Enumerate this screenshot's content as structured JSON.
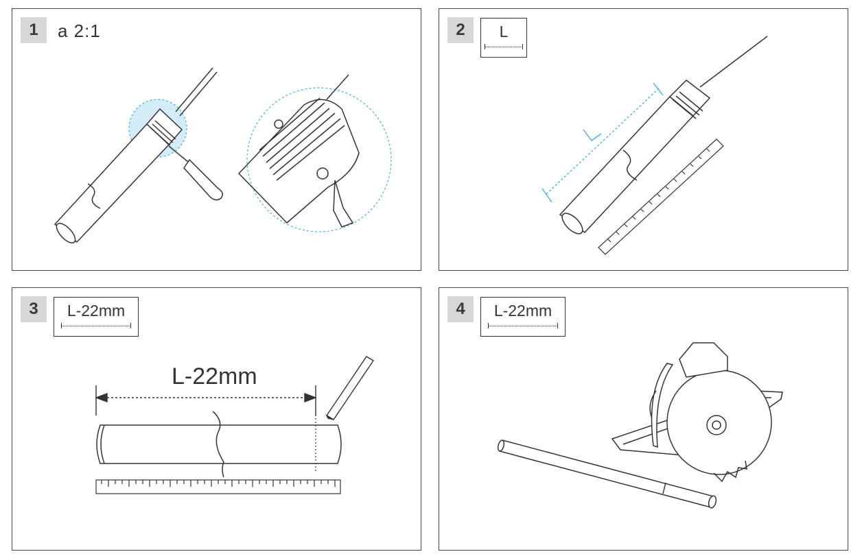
{
  "panels": {
    "p1": {
      "step": "1",
      "ratio": "a  2:1"
    },
    "p2": {
      "step": "2",
      "dim_label": "L",
      "measure_label": "L"
    },
    "p3": {
      "step": "3",
      "dim_label": "L-22mm",
      "measure_label": "L-22mm"
    },
    "p4": {
      "step": "4",
      "dim_label": "L-22mm"
    }
  },
  "colors": {
    "accent": "#3cb4e6",
    "magnifier_fill": "#d4ecf7",
    "line": "#333333"
  }
}
